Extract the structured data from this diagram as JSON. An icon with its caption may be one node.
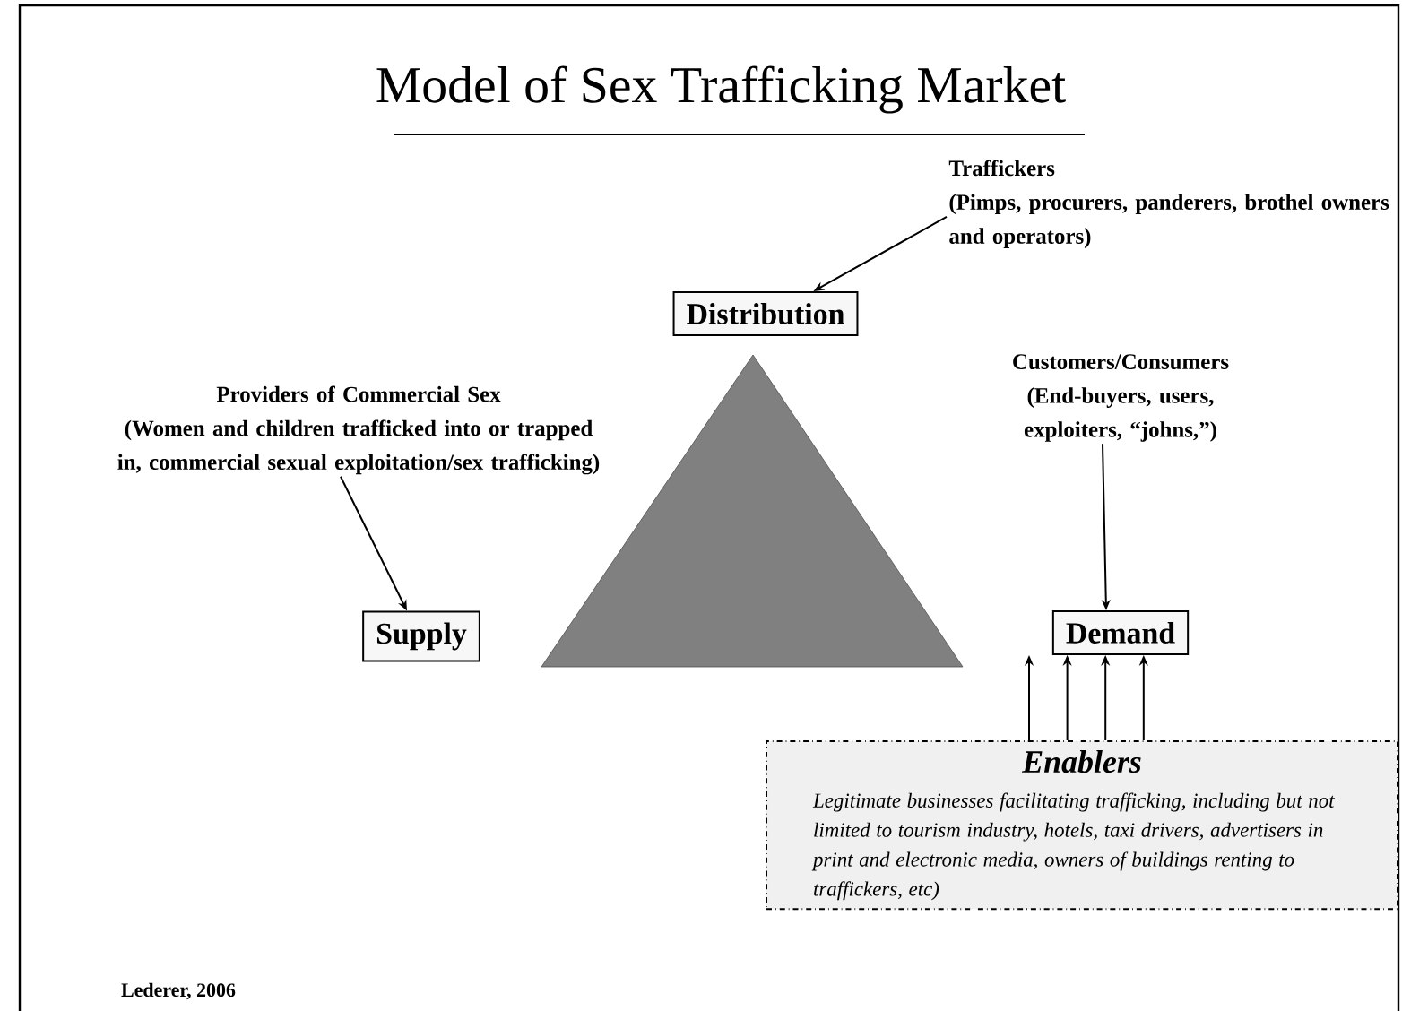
{
  "diagram": {
    "title": "Model of Sex Trafficking Market",
    "nodes": [
      {
        "text": [
          "Traffickers",
          "(Pimps, procurers, panderers, brothel owners and operators)"
        ]
      },
      {
        "text": [
          "Distribution"
        ]
      },
      {
        "text": [
          "Providers of Commercial Sex",
          "(Women and children trafficked into or trapped in, commercial sexual exploitation/sex trafficking)"
        ]
      },
      {
        "text": [
          "Supply"
        ]
      },
      {
        "text": [
          "Customers/Consumers",
          "(End-buyers, users, exploiters, “johns,”)"
        ]
      },
      {
        "text": [
          "Demand"
        ]
      },
      {
        "text": [
          "Enablers",
          "Legitimate businesses facilitating trafficking, including but not limited to tourism industry, hotels, taxi drivers, advertisers in print and electronic media, owners of buildings renting to traffickers, etc)"
        ]
      }
    ],
    "edges": [
      {
        "from": 0,
        "to": 1,
        "arrow": "to"
      },
      {
        "from": 2,
        "to": 3,
        "arrow": "to"
      },
      {
        "from": 4,
        "to": 5,
        "arrow": "to"
      },
      {
        "from": 6,
        "to": 5,
        "arrow": "to"
      },
      {
        "from": 6,
        "to": 5,
        "arrow": "to"
      },
      {
        "from": 6,
        "to": 5,
        "arrow": "to"
      },
      {
        "from": 6,
        "to": 5,
        "arrow": "to"
      }
    ],
    "labels": [
      "Lederer, 2006"
    ]
  }
}
